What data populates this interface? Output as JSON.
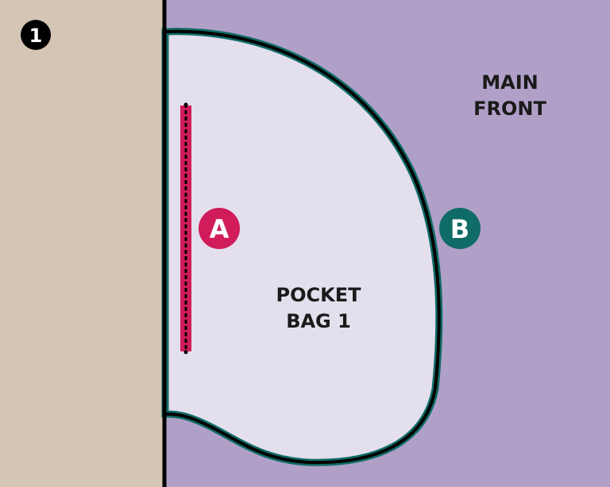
{
  "step": {
    "number": "1",
    "badge_color": "#000000"
  },
  "regions": {
    "left_panel": {
      "color": "#d4c5b5"
    },
    "main_front": {
      "label_line1": "MAIN",
      "label_line2": "FRONT",
      "color": "#b0a0c8"
    },
    "pocket_bag": {
      "label_line1": "POCKET",
      "label_line2": "BAG 1",
      "color": "#e4dfec"
    }
  },
  "markers": [
    {
      "letter": "A",
      "color": "#d01c5a"
    },
    {
      "letter": "B",
      "color": "#0f6b66"
    }
  ],
  "colors": {
    "outline": "#000000",
    "edge_teal": "#0f6b66",
    "stitch_band": "#d01c5a"
  }
}
